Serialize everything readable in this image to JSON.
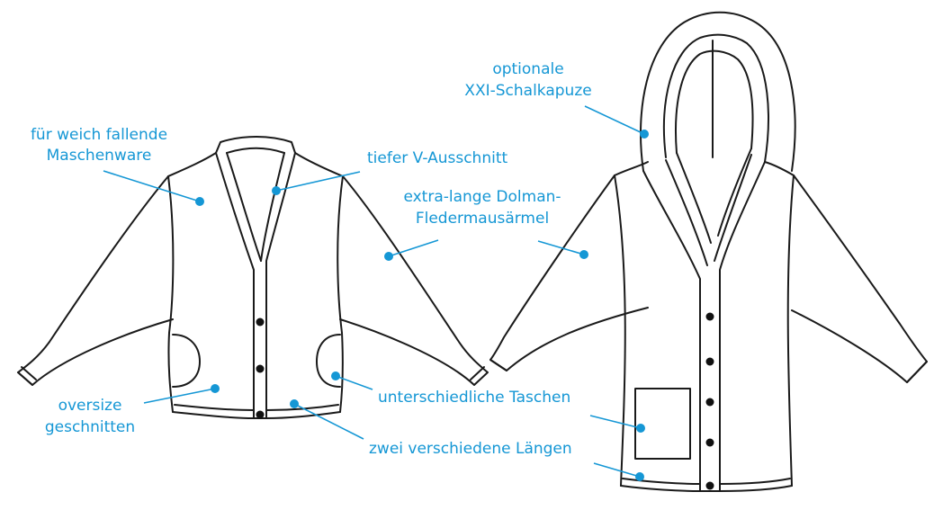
{
  "colors": {
    "accent": "#1597d5",
    "outline": "#1a1a1a"
  },
  "annotations": {
    "soft_knit": [
      "für weich fallende",
      "Maschenware"
    ],
    "v_neck": [
      "tiefer V-Ausschnitt"
    ],
    "oversize": [
      "oversize",
      "geschnitten"
    ],
    "hood": [
      "optionale",
      "XXI-Schalkapuze"
    ],
    "sleeves": [
      "extra-lange Dolman-",
      "Fledermausärmel"
    ],
    "pockets": [
      "unterschiedliche Taschen"
    ],
    "lengths": [
      "zwei verschiedene Längen"
    ]
  }
}
